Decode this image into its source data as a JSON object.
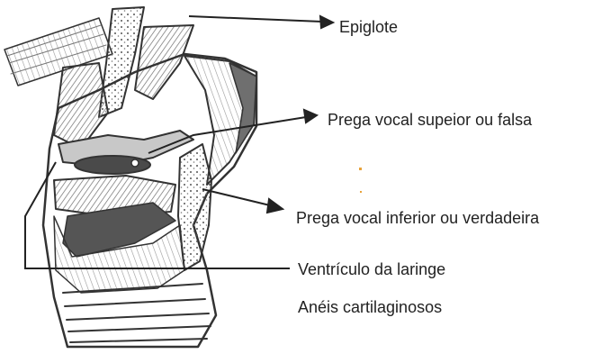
{
  "labels": {
    "epiglote": "Epiglote",
    "prega_falsa": "Prega vocal supeior ou falsa",
    "prega_verdadeira": "Prega vocal inferior ou verdadeira",
    "ventriculo": "Ventrículo da laringe",
    "aneis": "Anéis cartilaginosos"
  },
  "colors": {
    "ink": "#222222",
    "shade_dark": "#555555",
    "shade_mid": "#8a8a8a",
    "shade_light": "#bdbdbd"
  }
}
